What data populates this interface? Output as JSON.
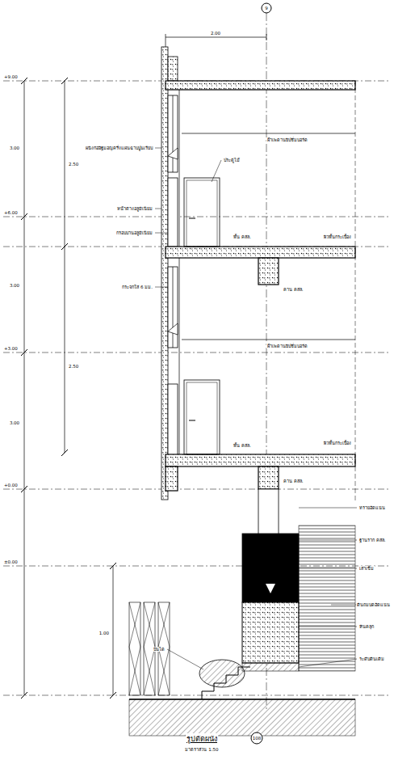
{
  "diagram": {
    "title": "รูปตัดผนัง",
    "labels": [
      "2.00",
      "9",
      "+9.00",
      "+6.00",
      "+3.00",
      "+0.00",
      "±0.00",
      "3.00",
      "3.00",
      "3.00",
      "ผนังก่ออิฐมอญครึ่งแผ่นฉาบปูนเรียบ",
      "หน้าต่างอลูมิเนียม",
      "กรอบบานอลูมิเนียม",
      "กระจกใส 6 มม.",
      "ฝ้าเพดานยิปซั่มบอร์ด",
      "ประตูไม้",
      "พื้น คสล.",
      "ผิวพื้นกระเบื้อง",
      "คาน คสล.",
      "ฝ้าเพดานยิปซั่มบอร์ด",
      "ผิวพื้นกระเบื้อง",
      "พื้น คสล.",
      "คาน คสล.",
      "ทรายอัดแน่น",
      "ฐานราก คสล.",
      "เสาเข็ม",
      "ดินถมบดอัดแน่น",
      "หินคลุก",
      "ระดับดินเดิม",
      "บันได",
      "มาตราส่วน 1:50",
      "108",
      "2.50",
      "2.50",
      "1.00"
    ]
  }
}
